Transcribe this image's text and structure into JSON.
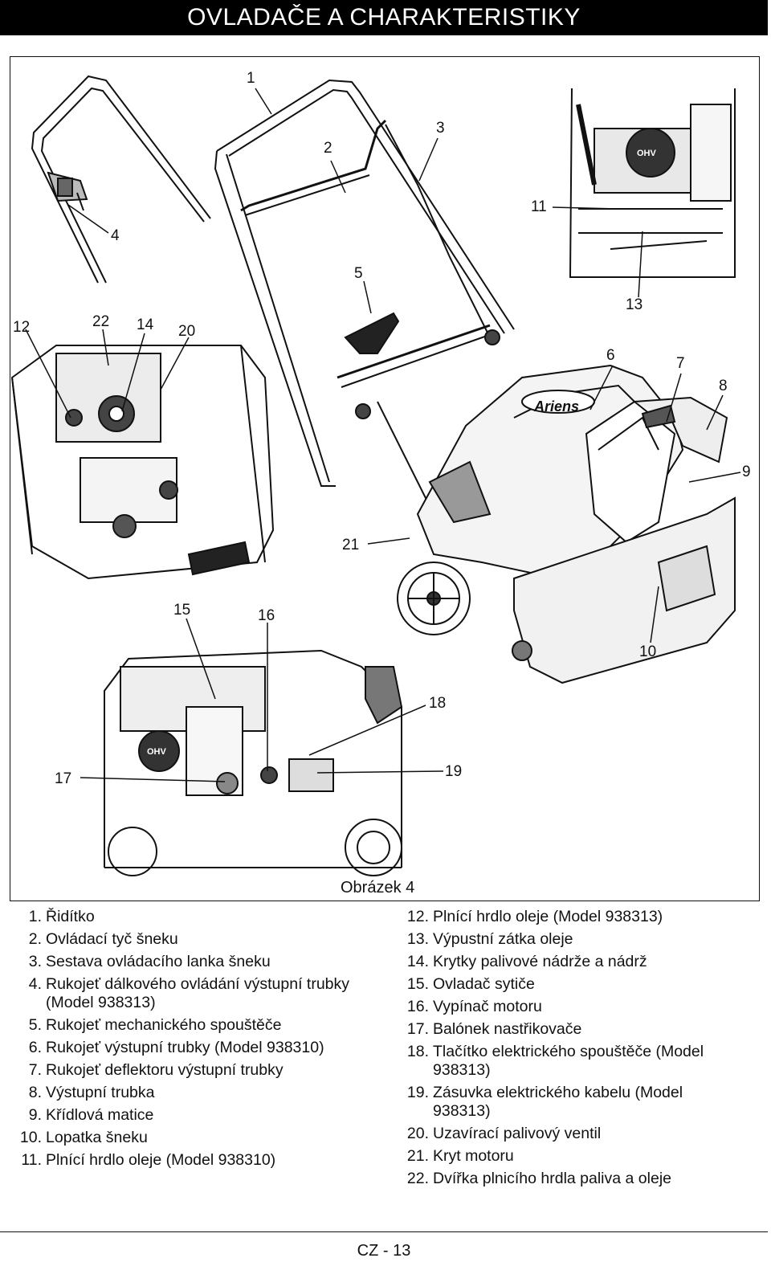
{
  "header": {
    "title": "OVLADAČE A CHARAKTERISTIKY"
  },
  "figure": {
    "caption": "Obrázek 4",
    "callouts": [
      "1",
      "2",
      "3",
      "4",
      "5",
      "6",
      "7",
      "8",
      "9",
      "10",
      "11",
      "12",
      "13",
      "14",
      "15",
      "16",
      "17",
      "18",
      "19",
      "20",
      "21",
      "22"
    ],
    "logo_text": "Ariens",
    "engine_badge": "OHV"
  },
  "legend": {
    "left": [
      {
        "num": "1.",
        "text": "Řidítko"
      },
      {
        "num": "2.",
        "text": "Ovládací tyč šneku"
      },
      {
        "num": "3.",
        "text": "Sestava ovládacího lanka šneku"
      },
      {
        "num": "4.",
        "text": "Rukojeť dálkového ovládání výstupní trubky (Model 938313)"
      },
      {
        "num": "5.",
        "text": "Rukojeť mechanického spouštěče"
      },
      {
        "num": "6.",
        "text": "Rukojeť výstupní trubky (Model 938310)"
      },
      {
        "num": "7.",
        "text": "Rukojeť deflektoru výstupní trubky"
      },
      {
        "num": "8.",
        "text": "Výstupní trubka"
      },
      {
        "num": "9.",
        "text": "Křídlová matice"
      },
      {
        "num": "10.",
        "text": "Lopatka šneku"
      },
      {
        "num": "11.",
        "text": "Plnící hrdlo oleje (Model 938310)"
      }
    ],
    "right": [
      {
        "num": "12.",
        "text": "Plnící hrdlo oleje (Model 938313)"
      },
      {
        "num": "13.",
        "text": "Výpustní zátka oleje"
      },
      {
        "num": "14.",
        "text": "Krytky palivové nádrže a nádrž"
      },
      {
        "num": "15.",
        "text": "Ovladač sytiče"
      },
      {
        "num": "16.",
        "text": "Vypínač motoru"
      },
      {
        "num": "17.",
        "text": "Balónek nastřikovače"
      },
      {
        "num": "18.",
        "text": "Tlačítko elektrického spouštěče (Model 938313)"
      },
      {
        "num": "19.",
        "text": "Zásuvka elektrického kabelu (Model 938313)"
      },
      {
        "num": "20.",
        "text": "Uzavírací palivový ventil"
      },
      {
        "num": "21.",
        "text": "Kryt motoru"
      },
      {
        "num": "22.",
        "text": "Dvířka plnicího hrdla paliva a oleje"
      }
    ]
  },
  "footer": {
    "page": "CZ - 13"
  }
}
